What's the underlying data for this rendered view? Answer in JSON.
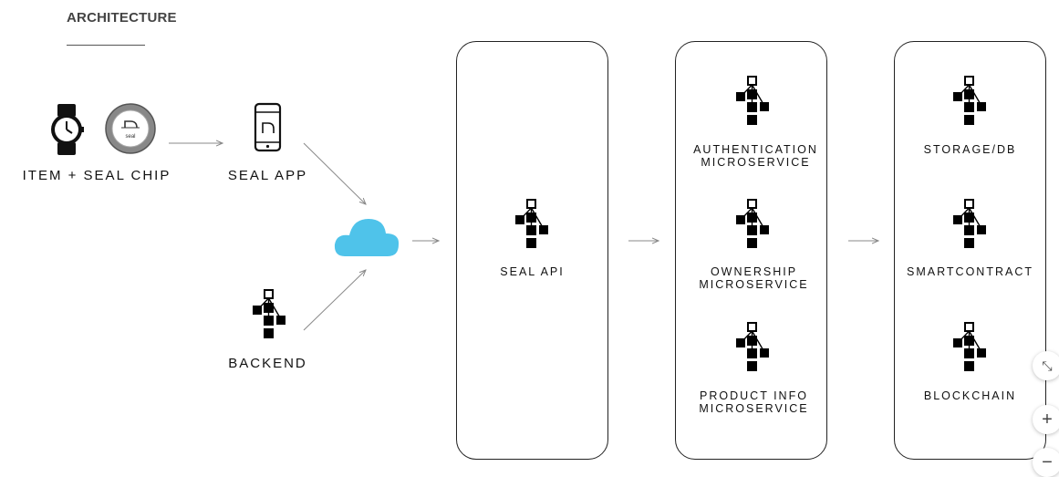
{
  "title": "ARCHITECTURE",
  "nodes": {
    "item_seal_chip": "ITEM + SEAL CHIP",
    "seal_app": "SEAL APP",
    "backend": "BACKEND",
    "seal_api": "SEAL API",
    "auth": [
      "AUTHENTICATION",
      "MICROSERVICE"
    ],
    "ownership": [
      "OWNERSHIP",
      "MICROSERVICE"
    ],
    "product_info": [
      "PRODUCT INFO",
      "MICROSERVICE"
    ],
    "storage": "STORAGE/DB",
    "smartcontract": "SMARTCONTRACT",
    "blockchain": "BLOCKCHAIN"
  },
  "chip_text": "seal",
  "controls": {
    "collapse": "⤡",
    "zoom_in": "+",
    "zoom_out": "−"
  },
  "colors": {
    "cloud": "#4fc3ea",
    "line": "#888888",
    "panel_border": "#222222"
  },
  "icons": [
    "watch-icon",
    "seal-chip-icon",
    "phone-icon",
    "cloud-icon",
    "network-node-icon"
  ]
}
